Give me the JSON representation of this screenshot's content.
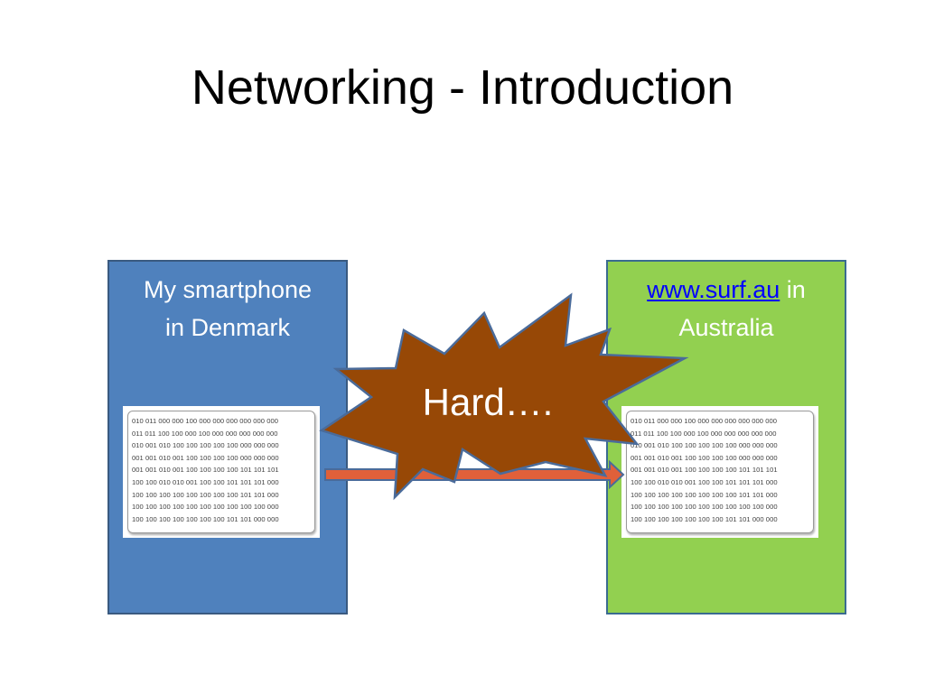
{
  "slide": {
    "title": "Networking - Introduction"
  },
  "left_box": {
    "label_line1": "My smartphone",
    "label_line2": "in Denmark",
    "data_lines": [
      "010 011 000 000 100 000 000 000 000 000 000",
      "011 011 100 100 000 100 000 000 000 000 000",
      "010 001 010 100 100 100 100 100 000 000 000",
      "001 001 010 001 100 100 100 100 000 000 000",
      "001 001 010 001 100 100 100 100 101 101 101",
      "100 100 010 010 001 100 100 101 101 101 000",
      "100 100 100 100 100 100 100 100 101 101 000",
      "100 100 100 100 100 100 100 100 100 100 000",
      "100 100 100 100 100 100 100 101 101 000 000"
    ]
  },
  "right_box": {
    "link_text": "www.surf.au",
    "label_suffix": " in",
    "label_line2": "Australia",
    "data_lines": [
      "010 011 000 000 100 000 000 000 000 000 000",
      "011 011 100 100 000 100 000 000 000 000 000",
      "010 001 010 100 100 100 100 100 000 000 000",
      "001 001 010 001 100 100 100 100 000 000 000",
      "001 001 010 001 100 100 100 100 101 101 101",
      "100 100 010 010 001 100 100 101 101 101 000",
      "100 100 100 100 100 100 100 100 101 101 000",
      "100 100 100 100 100 100 100 100 100 100 000",
      "100 100 100 100 100 100 100 101 101 000 000"
    ]
  },
  "burst": {
    "text": "Hard…."
  },
  "colors": {
    "left_box_fill": "#4f81bd",
    "right_box_fill": "#92d050",
    "arrow_fill": "#e0603a",
    "burst_fill": "#974806",
    "burst_stroke": "#4a6b9a",
    "link": "#0000ff"
  }
}
